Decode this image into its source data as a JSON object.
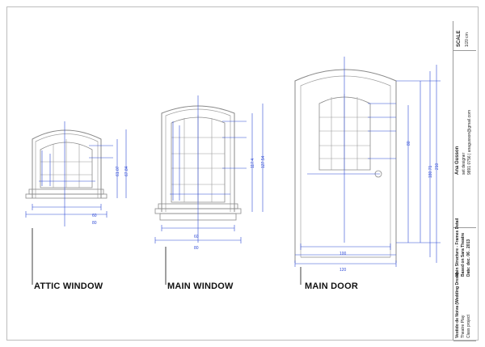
{
  "labels": {
    "attic": "ATTIC WINDOW",
    "main_window": "MAIN WINDOW",
    "main_door": "MAIN DOOR"
  },
  "title_block": {
    "scale_label": "SCALE",
    "scale_value": "1/20 cm",
    "author_name": "Ana Gusson",
    "author_role": "set designer",
    "author_contact": "9891 0756  |  anagusson@gmail.com",
    "sheet_title": "Main Structure - Frames Detail",
    "sheet_subtitle": "Based on Sara Theatre",
    "date_line": "Date: dec. 06 . 2013",
    "project_title": "Vestido de Noiva (Wedding Dress)",
    "project_sub1": "Theatre Play",
    "project_sub2": "Class project"
  },
  "dimensions": {
    "attic_w1": "60",
    "attic_w2": "80",
    "attic_h1": "61.07",
    "attic_h2": "67.84",
    "win_w1": "60",
    "win_w2": "80",
    "win_h1": "117.4",
    "win_h2": "127.54",
    "door_w1": "100",
    "door_w2": "120",
    "door_h1": "80",
    "door_h2": "180.71",
    "door_h3": "210"
  },
  "colors": {
    "outline": "#8a8a8a",
    "dimension": "#2f4bd6",
    "text": "#111111"
  }
}
